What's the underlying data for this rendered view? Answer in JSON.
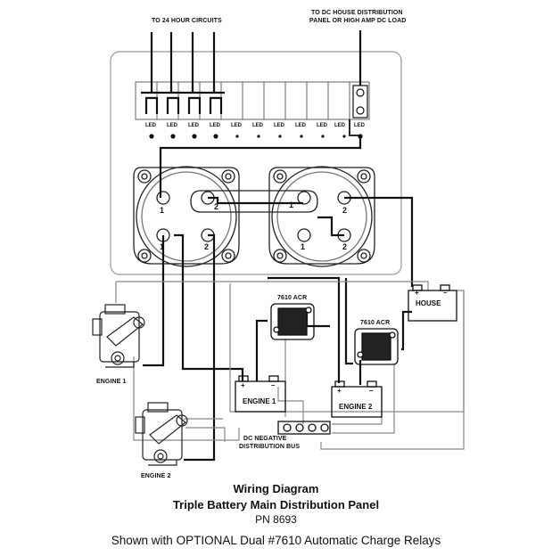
{
  "labels": {
    "top_left": "TO 24 HOUR CIRCUITS",
    "top_right_line1": "TO DC HOUSE DISTRIBUTION",
    "top_right_line2": "PANEL OR HIGH AMP DC LOAD",
    "led": "LED",
    "acr_left": "7610 ACR",
    "acr_right": "7610 ACR",
    "house": "HOUSE",
    "engine1_battery": "ENGINE 1",
    "engine2_battery": "ENGINE 2",
    "engine1_motor": "ENGINE 1",
    "engine2_motor": "ENGINE 2",
    "bus_line1": "DC NEGATIVE",
    "bus_line2": "DISTRIBUTION BUS",
    "post_1": "1",
    "post_2": "2",
    "plus": "+",
    "minus": "–"
  },
  "title": {
    "line1": "Wiring Diagram",
    "line2": "Triple Battery Main Distribution Panel",
    "part_number": "PN 8693"
  },
  "caption": "Shown with OPTIONAL Dual #7610 Automatic Charge Relays"
}
